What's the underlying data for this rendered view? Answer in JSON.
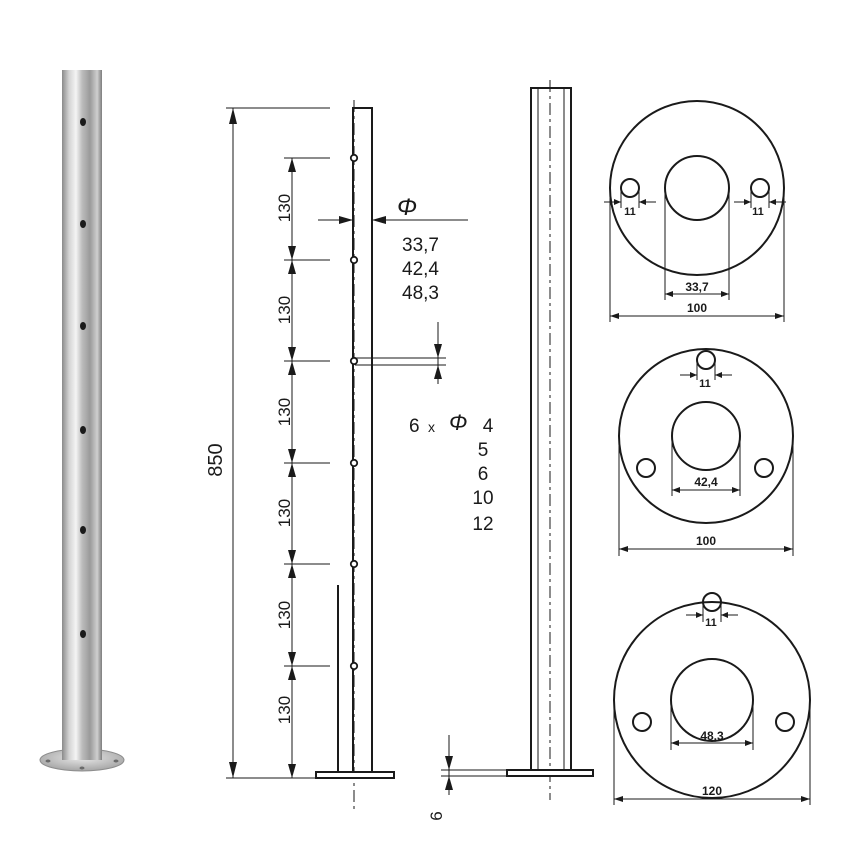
{
  "drawing": {
    "height_label": "850",
    "spacing_label": "130",
    "spacing_count": 6,
    "diameter_symbol": "Φ",
    "post_diameters": [
      "33,7",
      "42,4",
      "48,3"
    ],
    "hole_spec_prefix": "6",
    "hole_spec_times": "x",
    "hole_diameters": [
      "4",
      "5",
      "6",
      "10",
      "12"
    ],
    "base_thickness_label": "6"
  },
  "flanges": [
    {
      "screw_hole": "11",
      "post": "33,7",
      "outer": "100"
    },
    {
      "screw_hole": "11",
      "post": "42,4",
      "outer": "100"
    },
    {
      "screw_hole": "11",
      "post": "48,3",
      "outer": "120"
    }
  ]
}
